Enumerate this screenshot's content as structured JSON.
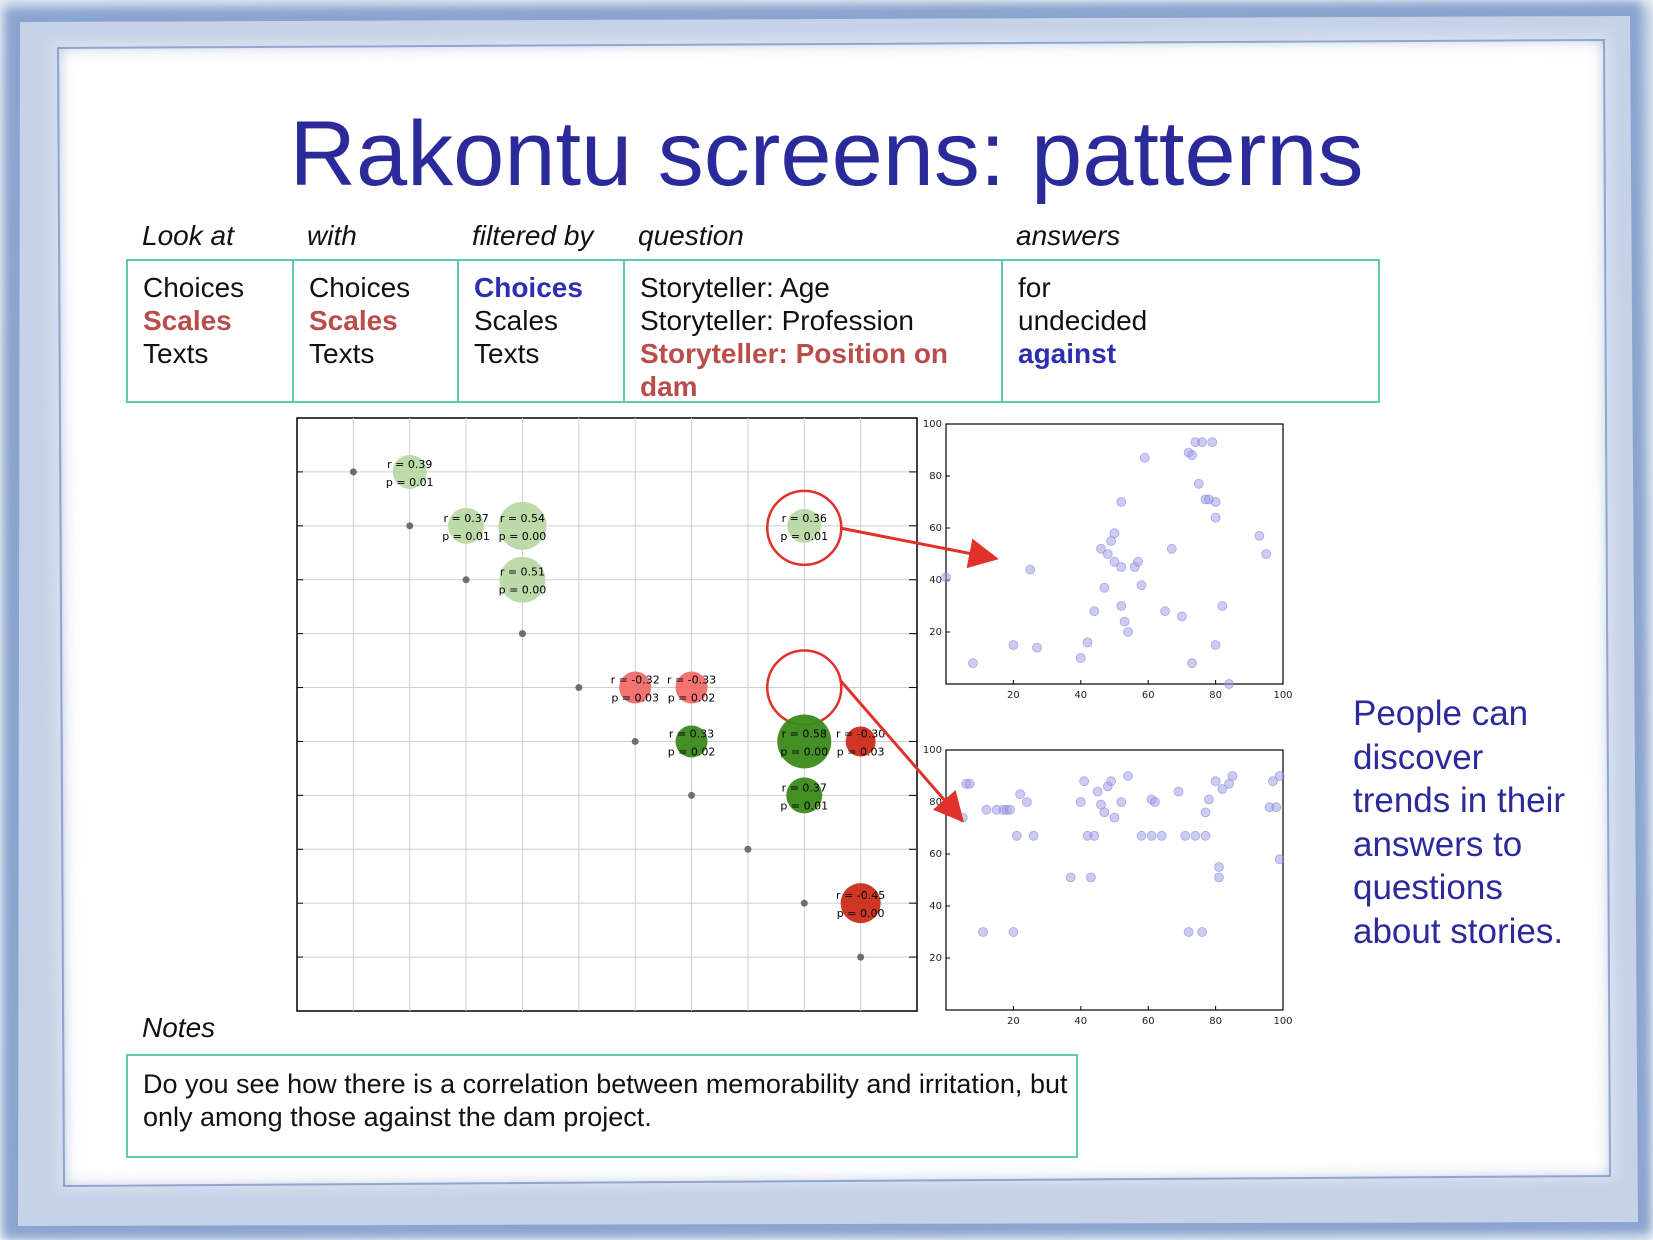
{
  "slide": {
    "title": "Rakontu screens: patterns",
    "side_text": "People can discover trends in their answers to questions about stories."
  },
  "selector": {
    "columns": [
      {
        "header": "Look at",
        "options": [
          {
            "label": "Choices",
            "selected": false
          },
          {
            "label": "Scales",
            "selected": true,
            "color": "red"
          },
          {
            "label": "Texts",
            "selected": false
          }
        ]
      },
      {
        "header": "with",
        "options": [
          {
            "label": "Choices",
            "selected": false
          },
          {
            "label": "Scales",
            "selected": true,
            "color": "red"
          },
          {
            "label": "Texts",
            "selected": false
          }
        ]
      },
      {
        "header": "filtered by",
        "options": [
          {
            "label": "Choices",
            "selected": true,
            "color": "blue"
          },
          {
            "label": "Scales",
            "selected": false
          },
          {
            "label": "Texts",
            "selected": false
          }
        ]
      },
      {
        "header": "question",
        "options": [
          {
            "label": "Storyteller: Age",
            "selected": false
          },
          {
            "label": "Storyteller: Profession",
            "selected": false
          },
          {
            "label": "Storyteller: Position on dam",
            "selected": true,
            "color": "red"
          }
        ]
      },
      {
        "header": "answers",
        "options": [
          {
            "label": "for",
            "selected": false
          },
          {
            "label": "undecided",
            "selected": false
          },
          {
            "label": "against",
            "selected": true,
            "color": "blue"
          }
        ]
      }
    ]
  },
  "notes": {
    "label": "Notes",
    "text": "Do you see how there is a correlation between memorability and irritation, but only among those against the dam project."
  },
  "colors": {
    "title": "#2b2a9a",
    "accent_border": "#5fc9b5",
    "selected_red": "#b84d4b",
    "selected_blue": "#2d2fb0",
    "circle_highlight": "#e0312a",
    "scatter_point": "#9a9ae8"
  },
  "chart_data": [
    {
      "type": "scatter",
      "description": "correlation matrix bubbles",
      "grid": true,
      "cols": 10,
      "rows": 10,
      "diagonal": [
        [
          1,
          1
        ],
        [
          2,
          2
        ],
        [
          3,
          3
        ],
        [
          4,
          4
        ],
        [
          5,
          5
        ],
        [
          6,
          6
        ],
        [
          7,
          7
        ],
        [
          8,
          8
        ],
        [
          9,
          9
        ],
        [
          10,
          10
        ]
      ],
      "cells": [
        {
          "col": 2,
          "row": 1,
          "r": "0.39",
          "p": "0.01",
          "sign": "pos",
          "strength": "weak"
        },
        {
          "col": 3,
          "row": 2,
          "r": "0.37",
          "p": "0.01",
          "sign": "pos",
          "strength": "weak"
        },
        {
          "col": 4,
          "row": 2,
          "r": "0.54",
          "p": "0.00",
          "sign": "pos",
          "strength": "weak"
        },
        {
          "col": 9,
          "row": 2,
          "r": "0.36",
          "p": "0.01",
          "sign": "pos",
          "strength": "weak",
          "highlight": true
        },
        {
          "col": 4,
          "row": 3,
          "r": "0.51",
          "p": "0.00",
          "sign": "pos",
          "strength": "weak"
        },
        {
          "col": 6,
          "row": 5,
          "r": "-0.32",
          "p": "0.03",
          "sign": "neg",
          "strength": "weak"
        },
        {
          "col": 7,
          "row": 5,
          "r": "-0.33",
          "p": "0.02",
          "sign": "neg",
          "strength": "weak"
        },
        {
          "col": 9,
          "row": 5,
          "empty": true,
          "highlight": true
        },
        {
          "col": 7,
          "row": 6,
          "r": "0.33",
          "p": "0.02",
          "sign": "pos",
          "strength": "strong"
        },
        {
          "col": 9,
          "row": 6,
          "r": "0.58",
          "p": "0.00",
          "sign": "pos",
          "strength": "strong"
        },
        {
          "col": 10,
          "row": 6,
          "r": "-0.30",
          "p": "0.03",
          "sign": "neg",
          "strength": "strong"
        },
        {
          "col": 9,
          "row": 7,
          "r": "0.37",
          "p": "0.01",
          "sign": "pos",
          "strength": "strong"
        },
        {
          "col": 10,
          "row": 9,
          "r": "-0.45",
          "p": "0.00",
          "sign": "neg",
          "strength": "strong"
        }
      ]
    },
    {
      "type": "scatter",
      "description": "top detail plot",
      "xlim": [
        0,
        100
      ],
      "ylim": [
        0,
        100
      ],
      "xticks": [
        20,
        40,
        60,
        80,
        100
      ],
      "yticks": [
        20,
        40,
        60,
        80,
        100
      ],
      "points": [
        [
          0,
          41
        ],
        [
          8,
          8
        ],
        [
          20,
          15
        ],
        [
          25,
          44
        ],
        [
          27,
          14
        ],
        [
          40,
          10
        ],
        [
          42,
          16
        ],
        [
          44,
          28
        ],
        [
          46,
          52
        ],
        [
          47,
          37
        ],
        [
          48,
          50
        ],
        [
          49,
          55
        ],
        [
          50,
          47
        ],
        [
          50,
          58
        ],
        [
          52,
          45
        ],
        [
          52,
          70
        ],
        [
          52,
          30
        ],
        [
          53,
          24
        ],
        [
          54,
          20
        ],
        [
          56,
          45
        ],
        [
          57,
          47
        ],
        [
          58,
          38
        ],
        [
          59,
          87
        ],
        [
          65,
          28
        ],
        [
          67,
          52
        ],
        [
          70,
          26
        ],
        [
          72,
          89
        ],
        [
          73,
          8
        ],
        [
          73,
          88
        ],
        [
          74,
          93
        ],
        [
          75,
          77
        ],
        [
          76,
          93
        ],
        [
          77,
          71
        ],
        [
          78,
          71
        ],
        [
          79,
          93
        ],
        [
          80,
          70
        ],
        [
          80,
          64
        ],
        [
          80,
          15
        ],
        [
          82,
          30
        ],
        [
          84,
          0
        ],
        [
          93,
          57
        ],
        [
          95,
          50
        ]
      ]
    },
    {
      "type": "scatter",
      "description": "bottom detail plot",
      "xlim": [
        0,
        100
      ],
      "ylim": [
        0,
        100
      ],
      "xticks": [
        20,
        40,
        60,
        80,
        100
      ],
      "yticks": [
        20,
        40,
        60,
        80,
        100
      ],
      "points": [
        [
          5,
          74
        ],
        [
          6,
          87
        ],
        [
          7,
          87
        ],
        [
          11,
          30
        ],
        [
          12,
          77
        ],
        [
          15,
          77
        ],
        [
          17,
          77
        ],
        [
          18,
          77
        ],
        [
          19,
          77
        ],
        [
          20,
          30
        ],
        [
          21,
          67
        ],
        [
          22,
          83
        ],
        [
          24,
          80
        ],
        [
          26,
          67
        ],
        [
          37,
          51
        ],
        [
          40,
          80
        ],
        [
          41,
          88
        ],
        [
          42,
          67
        ],
        [
          43,
          51
        ],
        [
          44,
          67
        ],
        [
          45,
          84
        ],
        [
          46,
          79
        ],
        [
          47,
          76
        ],
        [
          48,
          86
        ],
        [
          49,
          88
        ],
        [
          50,
          74
        ],
        [
          52,
          80
        ],
        [
          54,
          90
        ],
        [
          58,
          67
        ],
        [
          61,
          81
        ],
        [
          61,
          67
        ],
        [
          62,
          80
        ],
        [
          64,
          67
        ],
        [
          69,
          84
        ],
        [
          71,
          67
        ],
        [
          72,
          30
        ],
        [
          74,
          67
        ],
        [
          76,
          30
        ],
        [
          77,
          76
        ],
        [
          77,
          67
        ],
        [
          78,
          81
        ],
        [
          80,
          88
        ],
        [
          81,
          55
        ],
        [
          81,
          51
        ],
        [
          82,
          85
        ],
        [
          84,
          87
        ],
        [
          85,
          90
        ],
        [
          96,
          78
        ],
        [
          97,
          88
        ],
        [
          98,
          78
        ],
        [
          99,
          90
        ],
        [
          99,
          58
        ]
      ]
    }
  ]
}
